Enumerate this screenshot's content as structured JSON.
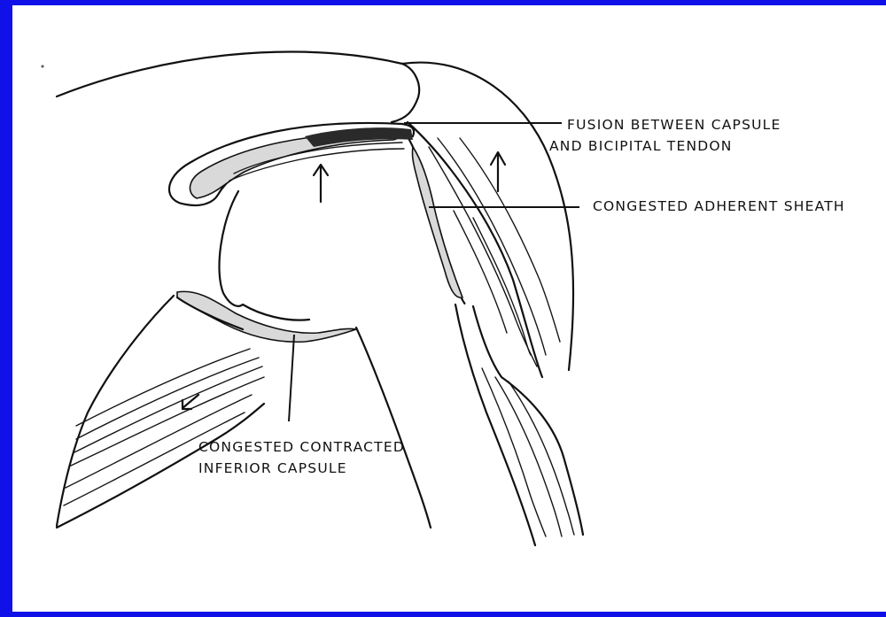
{
  "colors": {
    "slide_background": "#1010e8",
    "panel_background": "#ffffff",
    "ink": "#111111"
  },
  "labels": {
    "fusion_line1": "FUSION BETWEEN CAPSULE",
    "fusion_line2": "AND BICIPITAL TENDON",
    "sheath": "CONGESTED ADHERENT SHEATH",
    "inferior_line1": "CONGESTED CONTRACTED",
    "inferior_line2": "INFERIOR CAPSULE"
  }
}
